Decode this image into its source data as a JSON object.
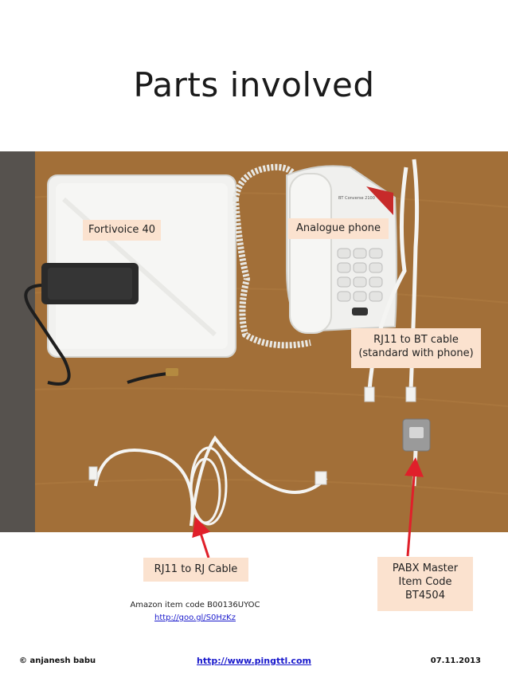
{
  "slide": {
    "title": "Parts involved",
    "labels": {
      "fortivoice": "Fortivoice 40",
      "analogue_phone": "Analogue phone",
      "rj11_bt_line1": "RJ11 to BT  cable",
      "rj11_bt_line2": "(standard with phone)",
      "rj11_rj_cable": "RJ11 to RJ Cable",
      "pabx_line1": "PABX Master",
      "pabx_line2": "Item Code",
      "pabx_line3": "BT4504"
    },
    "amazon_code": "Amazon item code B00136UYOC",
    "amazon_link": "http://goo.gl/S0HzKz",
    "footer": {
      "author": "© anjanesh babu",
      "url": "http://www.pingttl.com",
      "date": "07.11.2013"
    },
    "phone_brand": "BT Converse 2100"
  },
  "colors": {
    "label_bg": "#fbe2cf",
    "arrow": "#e0202a",
    "link": "#1a1acc",
    "desk": "#a8743c"
  },
  "icons": [
    "photo",
    "arrow"
  ]
}
